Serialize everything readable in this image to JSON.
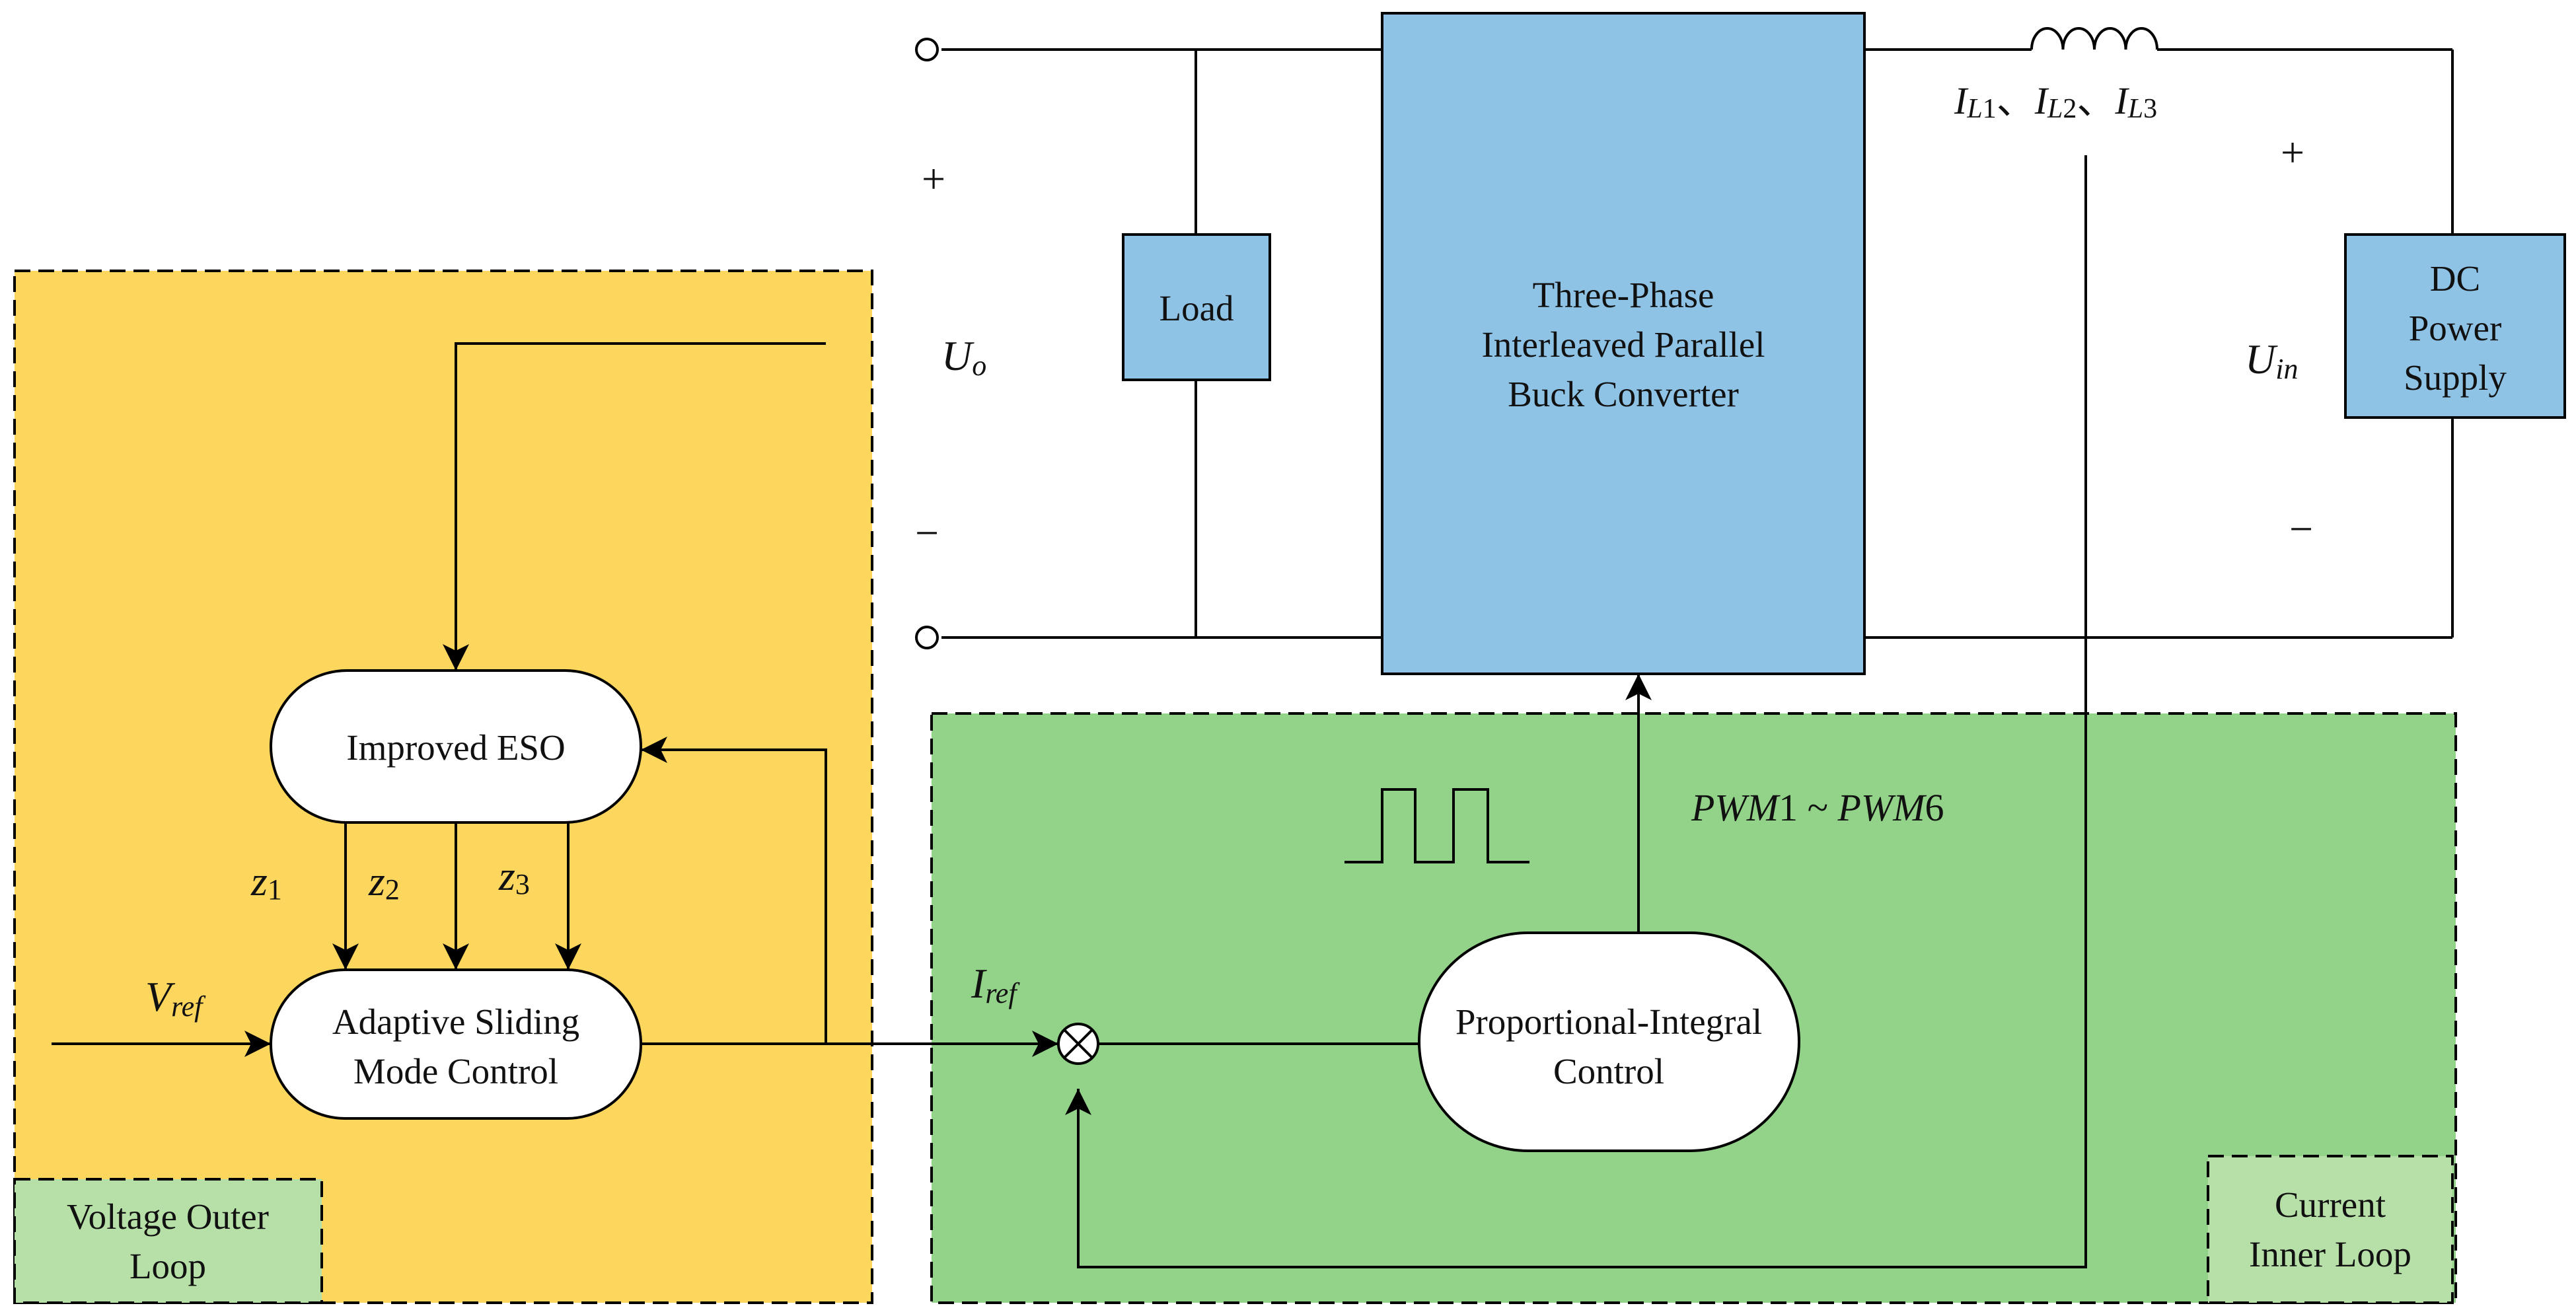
{
  "colors": {
    "voltage_loop": "#fcd65d",
    "current_loop": "#93d289",
    "corner_label": "#b6e0a8",
    "converter": "#8ec3e6",
    "line": "#000000"
  },
  "regions": {
    "voltage": {
      "label1": "Voltage Outer",
      "label2": "Loop"
    },
    "current": {
      "label1": "Current",
      "label2": "Inner Loop"
    }
  },
  "blocks": {
    "load": "Load",
    "converter": {
      "line1": "Three-Phase",
      "line2": "Interleaved Parallel",
      "line3": "Buck Converter"
    },
    "dc": {
      "line1": "DC",
      "line2": "Power",
      "line3": "Supply"
    },
    "eso": "Improved ESO",
    "asmc": {
      "line1": "Adaptive Sliding",
      "line2": "Mode Control"
    },
    "pi": {
      "line1": "Proportional-Integral",
      "line2": "Control"
    }
  },
  "terminals": {
    "out_plus": "+",
    "out_minus": "−",
    "in_plus": "+",
    "in_minus": "−"
  },
  "math": {
    "uo": {
      "base": "U",
      "sub": "o"
    },
    "uin": {
      "base": "U",
      "sub": "in"
    },
    "vref": {
      "base": "V",
      "sub": "ref"
    },
    "iref": {
      "base": "I",
      "sub": "ref"
    },
    "z1": {
      "base": "z",
      "sub": "1"
    },
    "z2": {
      "base": "z",
      "sub": "2"
    },
    "z3": {
      "base": "z",
      "sub": "3"
    },
    "il": {
      "i1": "I",
      "s1": "L",
      "n1": "1",
      "sep1": "、",
      "i2": "I",
      "s2": "L",
      "n2": "2",
      "sep2": "、",
      "i3": "I",
      "s3": "L",
      "n3": "3"
    },
    "pwm": {
      "p1": "PWM",
      "n1": "1",
      "tilde": " ~ ",
      "p2": "PWM",
      "n2": "6"
    }
  }
}
